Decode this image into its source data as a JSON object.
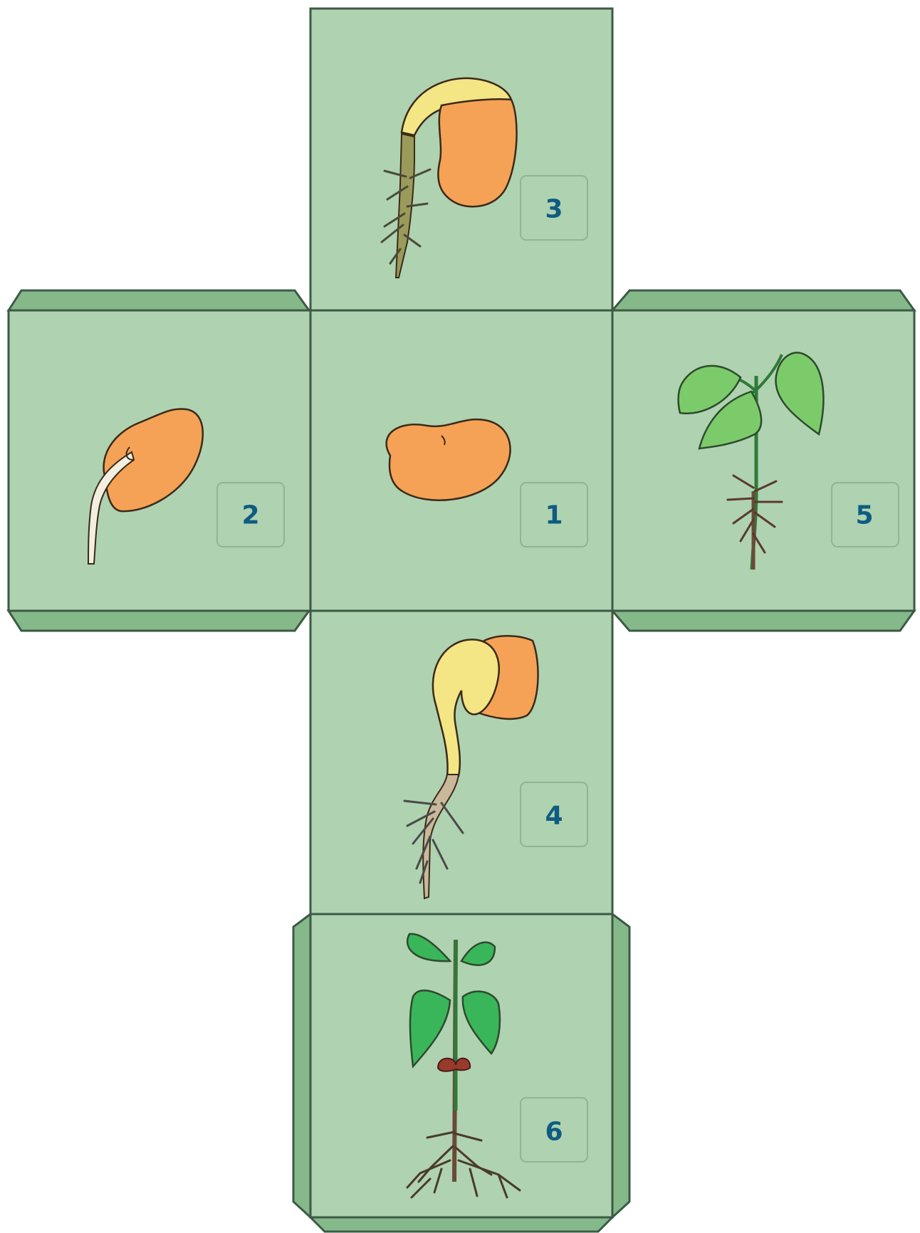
{
  "faces": [
    {
      "id": "1",
      "number": "1",
      "stage": "seed"
    },
    {
      "id": "2",
      "number": "2",
      "stage": "root-emerging"
    },
    {
      "id": "3",
      "number": "3",
      "stage": "hooked-sprout"
    },
    {
      "id": "4",
      "number": "4",
      "stage": "seedling-with-roots"
    },
    {
      "id": "5",
      "number": "5",
      "stage": "young-plant"
    },
    {
      "id": "6",
      "number": "6",
      "stage": "plant-with-leaves"
    }
  ],
  "colors": {
    "face": "#afd2b0",
    "tab": "#85b98a",
    "edge": "#3c5a45",
    "seed": "#f5a256",
    "cotyledon": "#f4e585",
    "root": "#8a6a5a",
    "leaf": "#3ab65a",
    "number": "#0f5c82"
  }
}
